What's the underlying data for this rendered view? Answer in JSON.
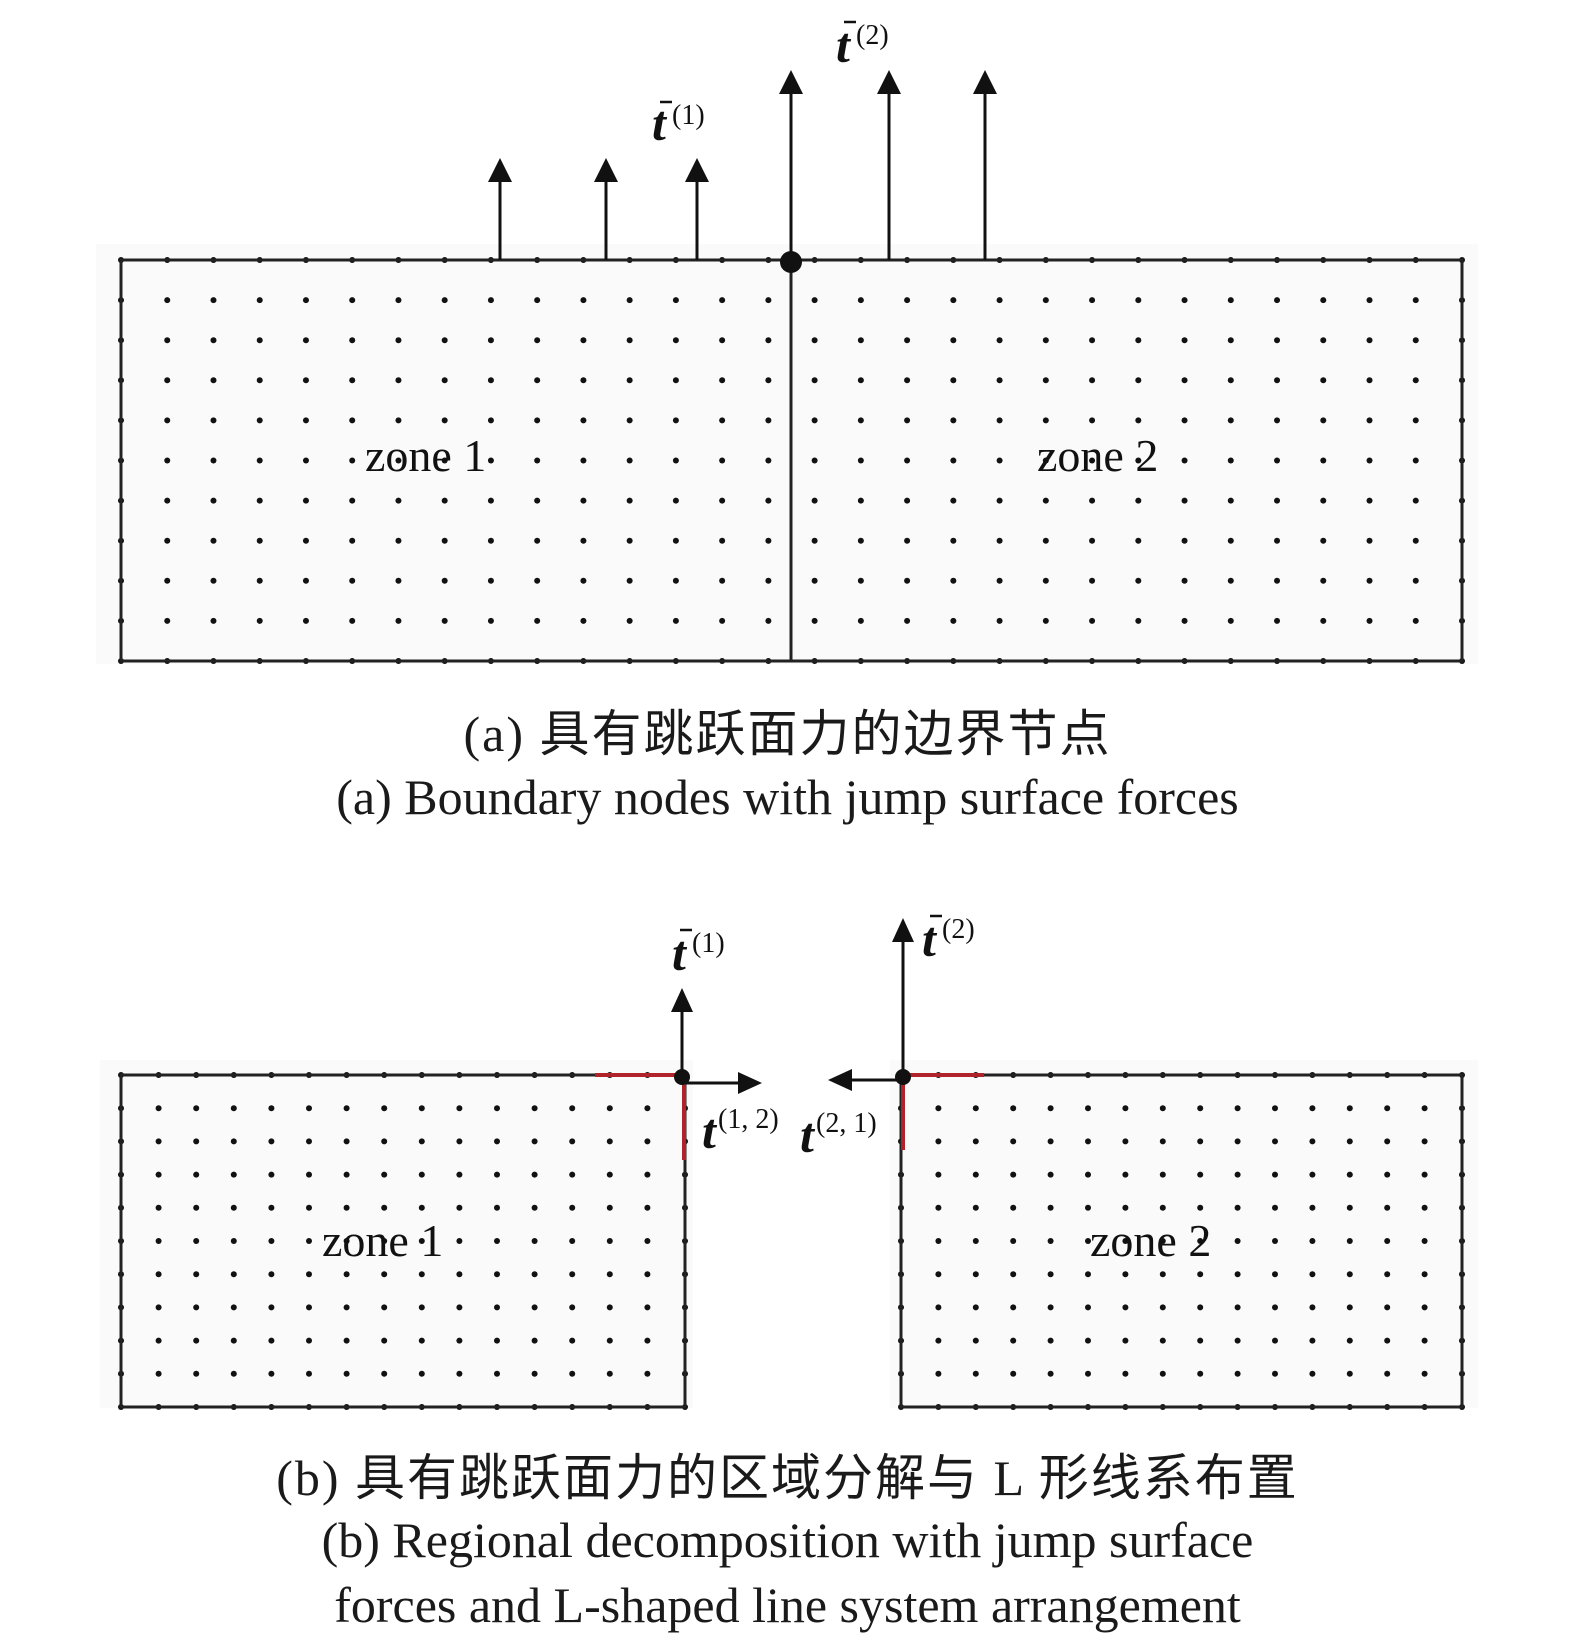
{
  "panel_a": {
    "zone_left": "zone 1",
    "zone_right": "zone 2",
    "force_left": {
      "symbol": "t",
      "superscript": "(1)"
    },
    "force_right": {
      "symbol": "t",
      "superscript": "(2)"
    },
    "caption_zh": "(a) 具有跳跃面力的边界节点",
    "caption_en": "(a) Boundary nodes with jump surface forces"
  },
  "panel_b": {
    "zone_left": "zone 1",
    "zone_right": "zone 2",
    "force_left": {
      "symbol": "t",
      "superscript": "(1)"
    },
    "force_right": {
      "symbol": "t",
      "superscript": "(2)"
    },
    "traction_12": {
      "symbol": "t",
      "superscript": "(1, 2)"
    },
    "traction_21": {
      "symbol": "t",
      "superscript": "(2, 1)"
    },
    "caption_zh": "(b) 具有跳跃面力的区域分解与 L 形线系布置",
    "caption_en_line1": "(b) Regional decomposition with jump surface",
    "caption_en_line2": "forces and L-shaped line system arrangement"
  },
  "colors": {
    "line": "#222222",
    "node": "#111111",
    "l_shape": "#b0232a",
    "panel_bg": "#fafafa"
  }
}
